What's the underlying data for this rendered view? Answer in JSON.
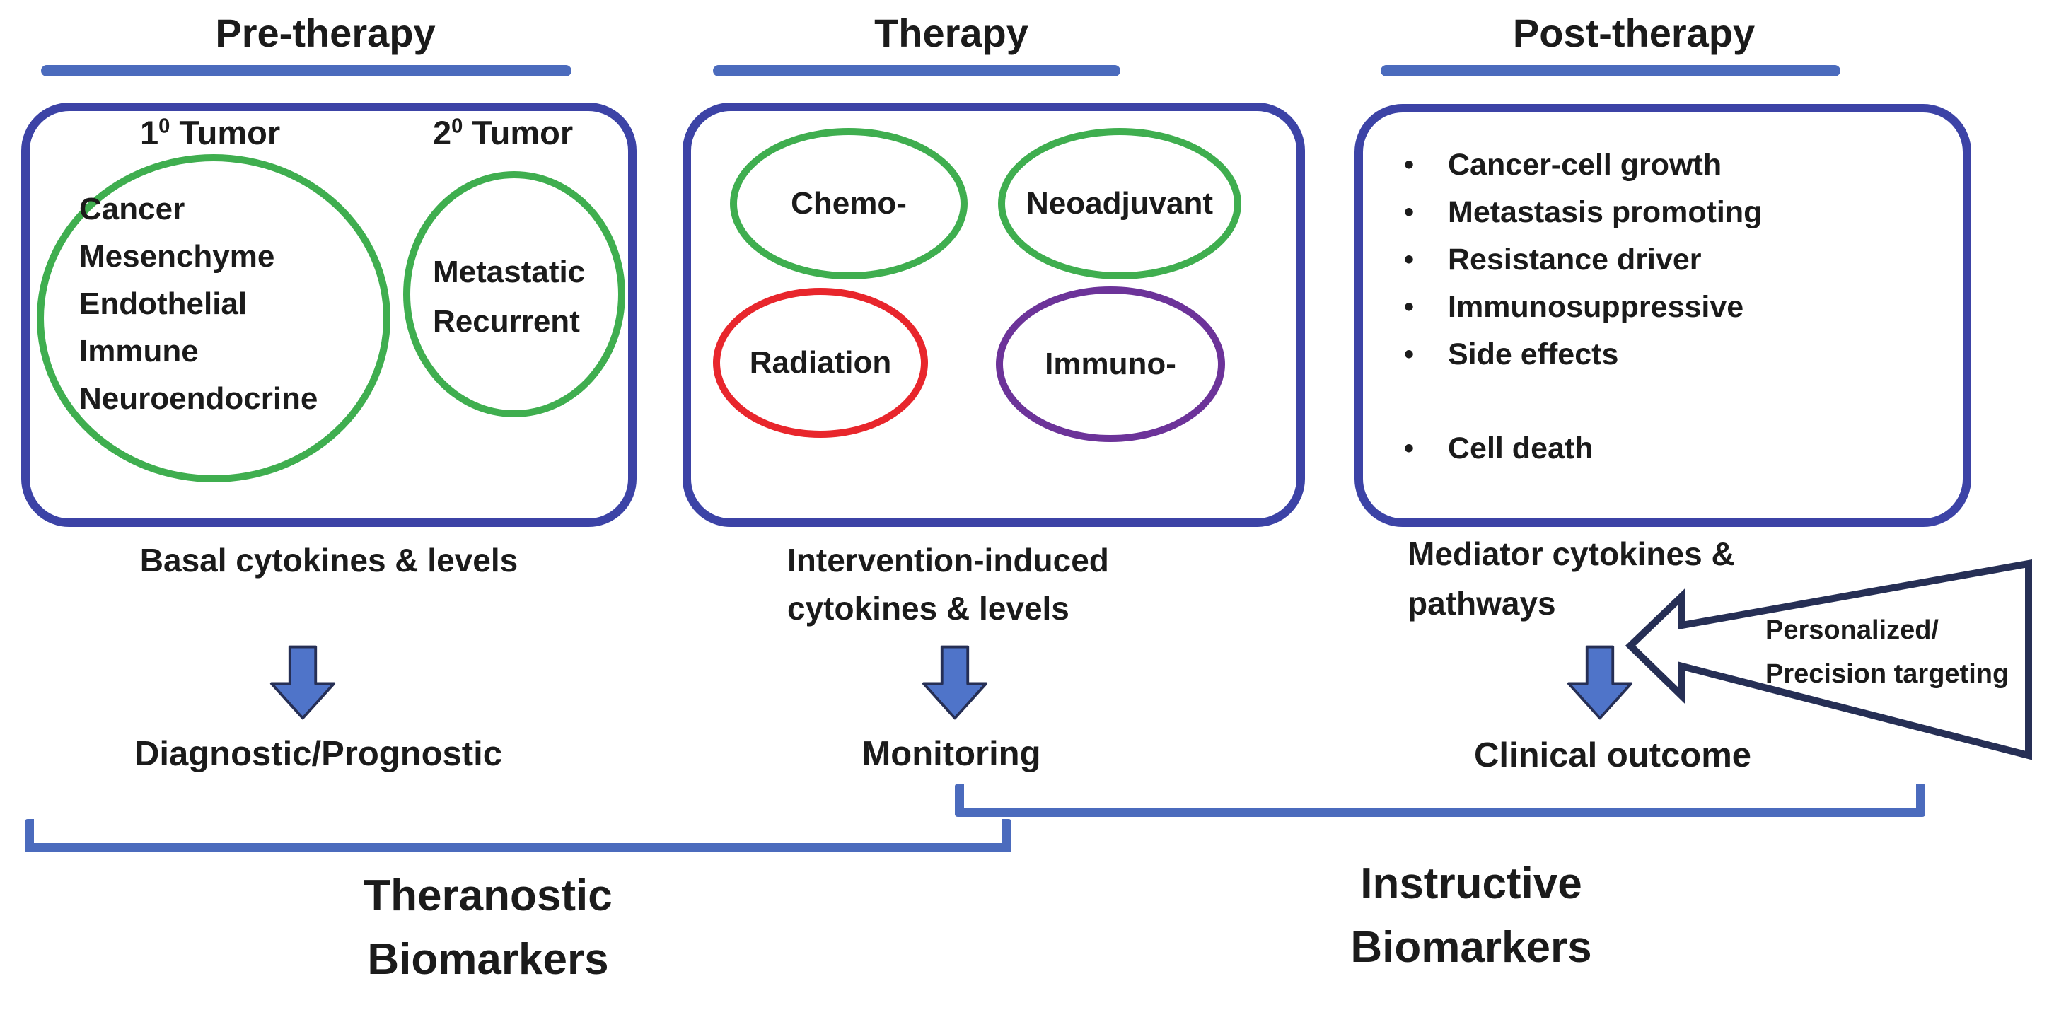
{
  "pre": {
    "header": "Pre-therapy",
    "tumor_primary": {
      "num": "1",
      "sup": "0",
      "word": "Tumor"
    },
    "tumor_secondary": {
      "num": "2",
      "sup": "0",
      "word": "Tumor"
    },
    "primary_types": [
      "Cancer",
      "Mesenchyme",
      "Endothelial",
      "Immune",
      "Neuroendocrine"
    ],
    "secondary_types": [
      "Metastatic",
      "Recurrent"
    ],
    "caption": "Basal cytokines & levels",
    "outcome": "Diagnostic/Prognostic"
  },
  "therapy": {
    "header": "Therapy",
    "modalities": [
      {
        "label": "Chemo-",
        "color": "#3fae4f"
      },
      {
        "label": "Neoadjuvant",
        "color": "#3fae4f"
      },
      {
        "label": "Radiation",
        "color": "#e8262c"
      },
      {
        "label": "Immuno-",
        "color": "#6c3399"
      }
    ],
    "caption_line1": "Intervention-induced",
    "caption_line2": "cytokines & levels",
    "outcome": "Monitoring"
  },
  "post": {
    "header": "Post-therapy",
    "bullet_char": "•",
    "effects": [
      "Cancer-cell growth",
      "Metastasis promoting",
      "Resistance driver",
      "Immunosuppressive",
      "Side effects"
    ],
    "late_effect": "Cell death",
    "caption_line1": "Mediator cytokines &",
    "caption_line2": "pathways",
    "outcome": "Clinical outcome"
  },
  "personalized_arrow": {
    "line1": "Personalized/",
    "line2": "Precision targeting"
  },
  "brackets": {
    "theranostic_line1": "Theranostic",
    "theranostic_line2": "Biomarkers",
    "instructive_line1": "Instructive",
    "instructive_line2": "Biomarkers"
  },
  "colors": {
    "box_border_blue": "#3c43a6",
    "accent_blue": "#4b6bbd",
    "down_arrow_fill": "#4f74c9",
    "green": "#3fae4f",
    "red": "#e8262c",
    "purple": "#6c3399",
    "navy_outline": "#262f55",
    "text": "#1b1b1b"
  }
}
